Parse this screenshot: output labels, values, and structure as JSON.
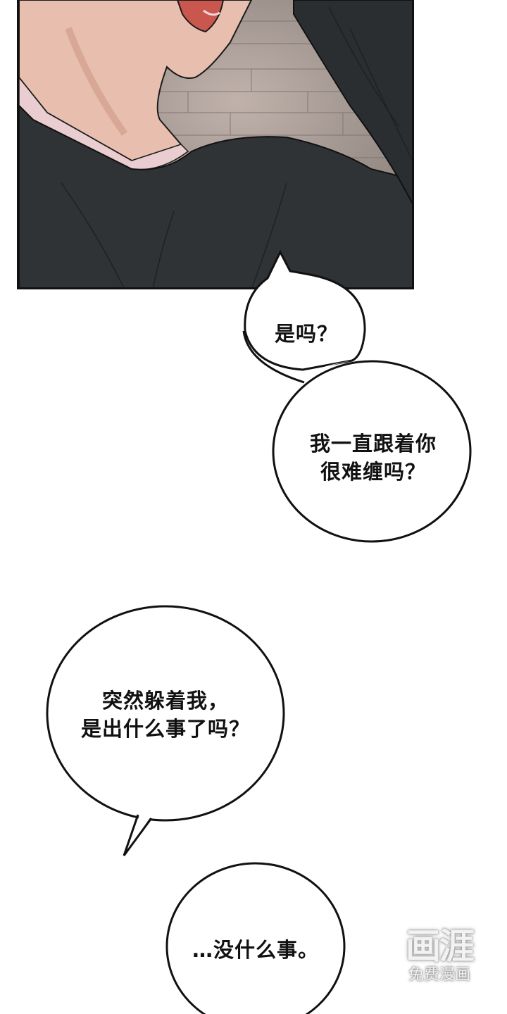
{
  "comic": {
    "panel": {
      "description": "Close-up of a smiling young man's chin and neck in a dark sweatshirt against a tiled brick wall",
      "colors": {
        "wall": "#9c8f8a",
        "skin": "#e8bfae",
        "shirt": "#2f3335",
        "mouth": "#c9574d",
        "border": "#111111"
      }
    },
    "bubbles": [
      {
        "id": "bubble-1",
        "lines": [
          "是吗？"
        ]
      },
      {
        "id": "bubble-2",
        "lines": [
          "我一直跟着你",
          "很难缠吗？"
        ]
      },
      {
        "id": "bubble-3",
        "lines": [
          "突然躲着我，",
          "是出什么事了吗？"
        ]
      },
      {
        "id": "bubble-4",
        "lines": [
          "…没什么事。"
        ]
      }
    ],
    "watermark": {
      "logo": "画涯",
      "subtitle": "免费漫画"
    }
  }
}
